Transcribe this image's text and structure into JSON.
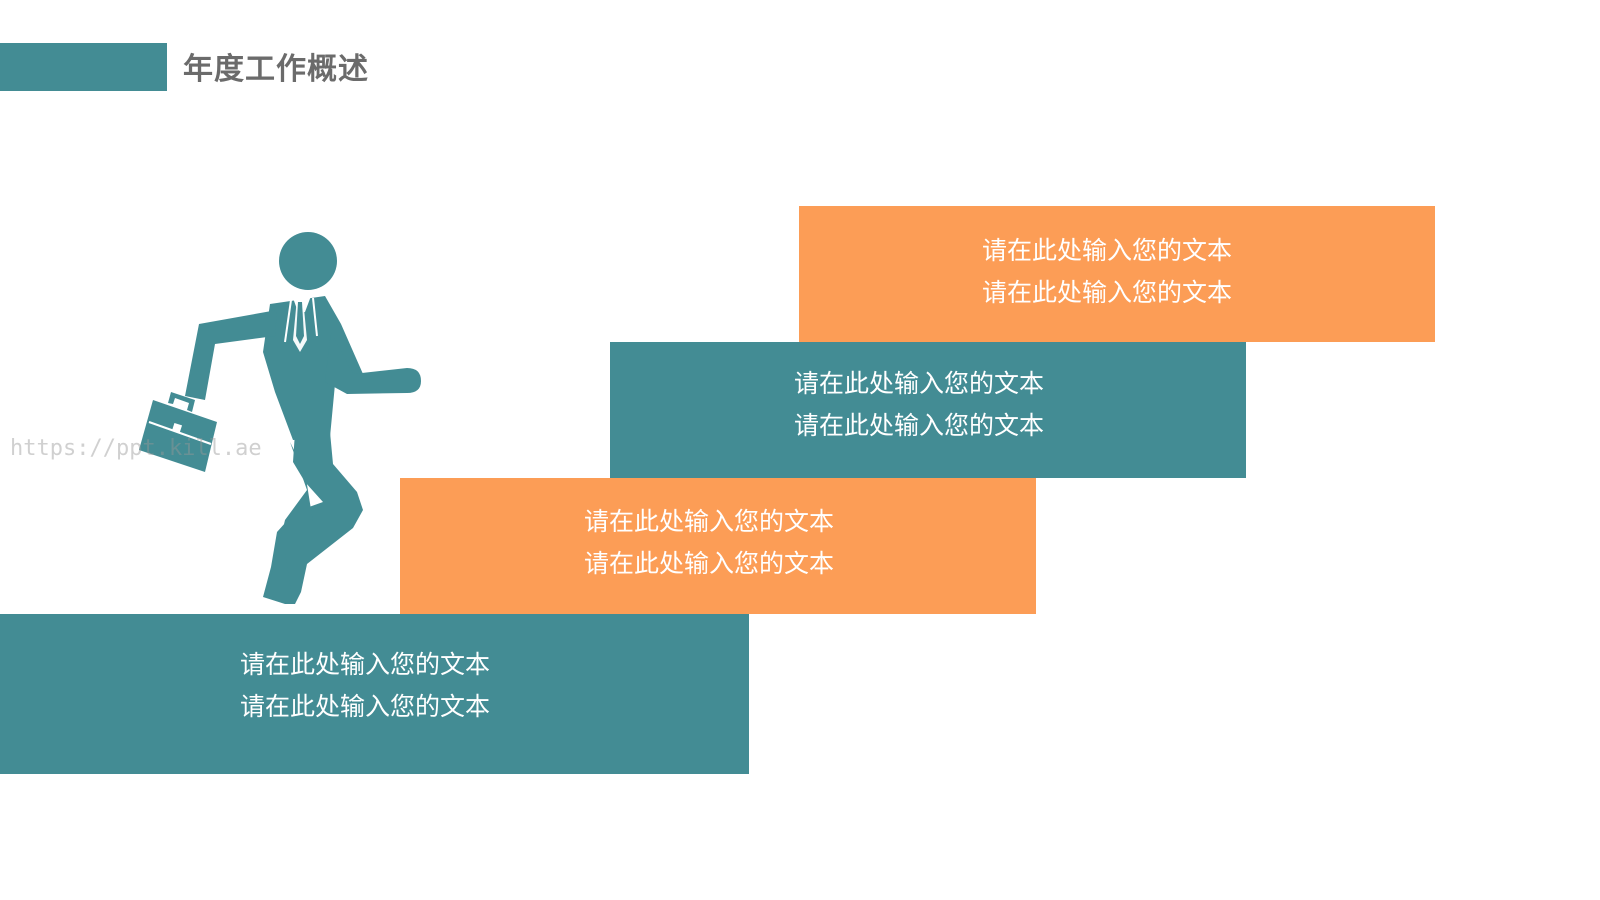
{
  "header": {
    "title": "年度工作概述",
    "bar_color": "#438C94"
  },
  "colors": {
    "teal": "#438C94",
    "orange": "#FC9D56"
  },
  "steps": [
    {
      "line1": "请在此处输入您的文本",
      "line2": "请在此处输入您的文本",
      "color": "#438C94"
    },
    {
      "line1": "请在此处输入您的文本",
      "line2": "请在此处输入您的文本",
      "color": "#FC9D56"
    },
    {
      "line1": "请在此处输入您的文本",
      "line2": "请在此处输入您的文本",
      "color": "#438C94"
    },
    {
      "line1": "请在此处输入您的文本",
      "line2": "请在此处输入您的文本",
      "color": "#FC9D56"
    }
  ],
  "figure": {
    "icon": "businessman-climbing-icon",
    "color": "#438C94"
  },
  "watermark": {
    "text": "https://ppt.kill.ae"
  }
}
